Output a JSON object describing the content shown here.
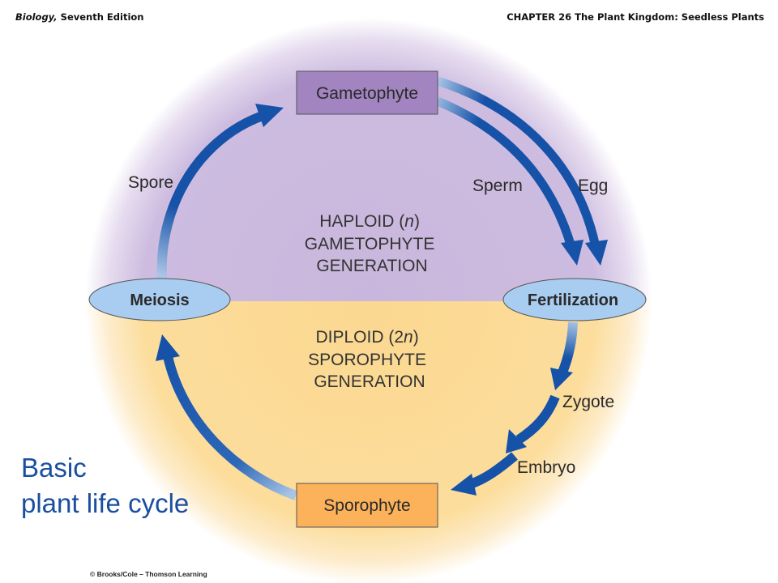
{
  "header": {
    "book_title_italic": "Biology,",
    "book_edition": "Seventh Edition",
    "chapter": "CHAPTER  26 The Plant Kingdom: Seedless Plants"
  },
  "diagram": {
    "stages": {
      "gametophyte": "Gametophyte",
      "sporophyte": "Sporophyte",
      "meiosis": "Meiosis",
      "fertilization": "Fertilization"
    },
    "arrow_labels": {
      "spore": "Spore",
      "sperm": "Sperm",
      "egg": "Egg",
      "zygote": "Zygote",
      "embryo": "Embryo"
    },
    "haploid": {
      "line1a": "HAPLOID (",
      "line1n": "n",
      "line1b": ")",
      "line2": "GAMETOPHYTE",
      "line3": "GENERATION"
    },
    "diploid": {
      "line1a": "DIPLOID (2",
      "line1n": "n",
      "line1b": ")",
      "line2": "SPOROPHYTE",
      "line3": "GENERATION"
    },
    "colors": {
      "haploid": "#c9b6dc",
      "diploid": "#fbd890",
      "arrow": "#1652a8",
      "gametophyte_box": "#a184c0",
      "sporophyte_box": "#fbb25a",
      "ellipse": "#a9cdf0"
    }
  },
  "caption": {
    "line1": "Basic",
    "line2": "plant life  cycle"
  },
  "credit": "© Brooks/Cole – Thomson Learning"
}
